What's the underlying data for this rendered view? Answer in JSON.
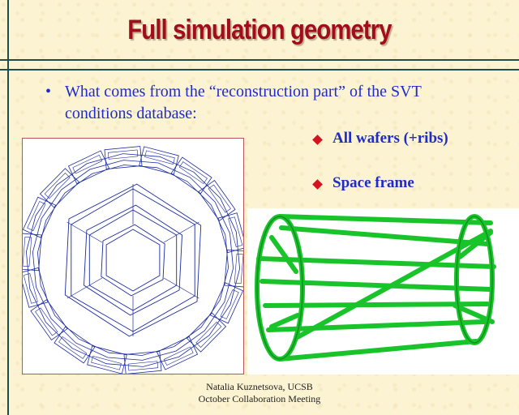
{
  "slide": {
    "title": "Full simulation geometry",
    "bullet": {
      "marker": "•",
      "text_line1": "What comes from the “reconstruction part” of the SVT",
      "text_line2": "conditions database:"
    },
    "items": [
      {
        "label": "All wafers (+ribs)"
      },
      {
        "label": "Space frame"
      }
    ],
    "footer": {
      "line1": "Natalia Kuznetsova, UCSB",
      "line2": "October Collaboration Meeting"
    }
  },
  "colors": {
    "title": "#a10d1c",
    "text": "#1f2cc7",
    "diamond": "#d5121f",
    "wafer_lines": "#1a2aa0",
    "frame_green": "#18c42a",
    "background": "#fbf3d2"
  }
}
